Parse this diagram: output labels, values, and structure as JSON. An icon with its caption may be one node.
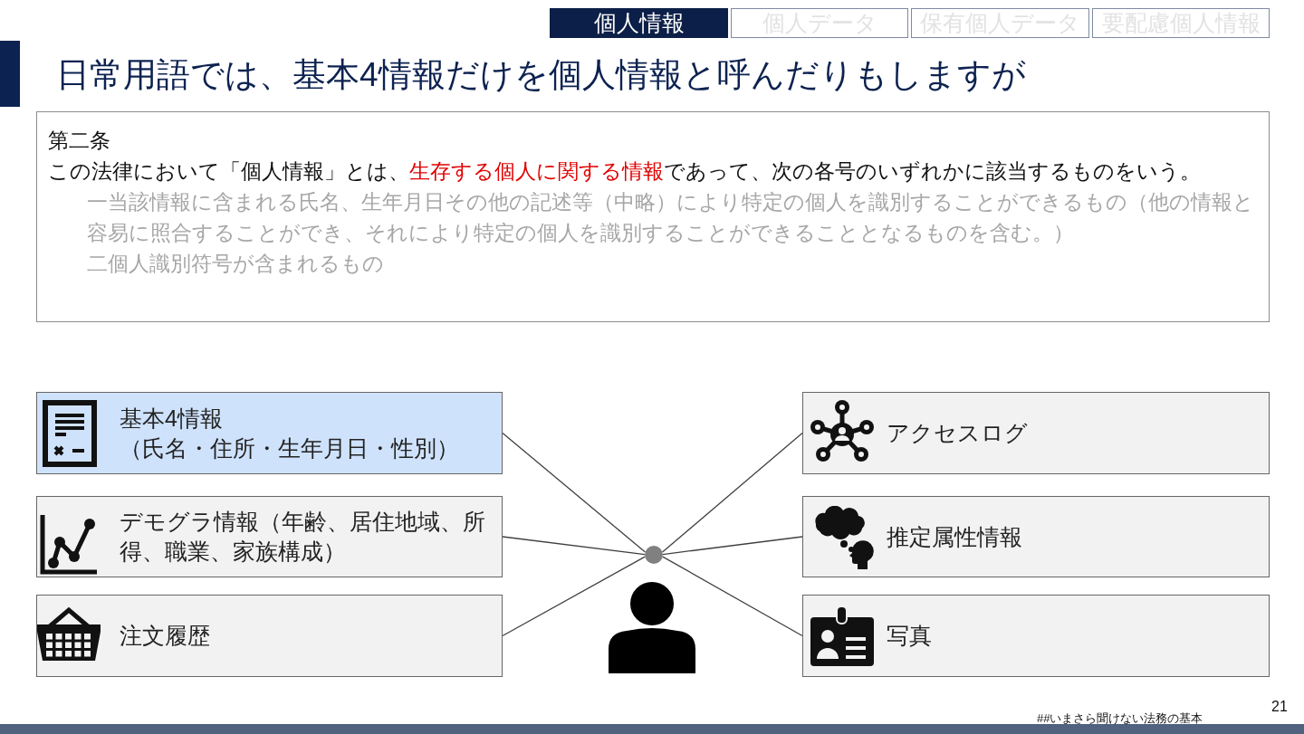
{
  "diagram": {
    "title": "日常用語では、基本4情報だけを個人情報と呼んだりもしますが",
    "nodes": [
      {
        "text": [
          "個人情報"
        ]
      },
      {
        "text": [
          "個人データ"
        ]
      },
      {
        "text": [
          "保有個人データ"
        ]
      },
      {
        "text": [
          "要配慮個人情報"
        ]
      },
      {
        "text": [
          "第二条",
          "この法律において「個人情報」とは、**生存する個人に関する情報**であって、次の各号のいずれかに該当するものをいう。",
          "一当該情報に含まれる氏名、生年月日その他の記述等（中略）により特定の個人を識別することができるもの（他の情報と容易に照合することができ、それにより特定の個人を識別することができることとなるものを含む。）",
          "二個人識別符号が含まれるもの"
        ]
      },
      {
        "text": [
          "基本4情報",
          "（氏名・住所・生年月日・性別）"
        ]
      },
      {
        "text": [
          "デモグラ情報（年齢、居住地域、所得、職業、家族構成）"
        ]
      },
      {
        "text": [
          "注文履歴"
        ]
      },
      {
        "text": [
          "アクセスログ"
        ]
      },
      {
        "text": [
          "推定属性情報"
        ]
      },
      {
        "text": [
          "写真"
        ]
      },
      {
        "text": [],
        "shape": "circle"
      }
    ],
    "edges": [
      {
        "from": 5,
        "to": 11,
        "arrow": "none"
      },
      {
        "from": 6,
        "to": 11,
        "arrow": "none"
      },
      {
        "from": 7,
        "to": 11,
        "arrow": "none"
      },
      {
        "from": 8,
        "to": 11,
        "arrow": "none"
      },
      {
        "from": 9,
        "to": 11,
        "arrow": "none"
      },
      {
        "from": 10,
        "to": 11,
        "arrow": "none"
      }
    ],
    "labels": [
      "##いまさら聞けない法務の基本",
      "21"
    ]
  }
}
